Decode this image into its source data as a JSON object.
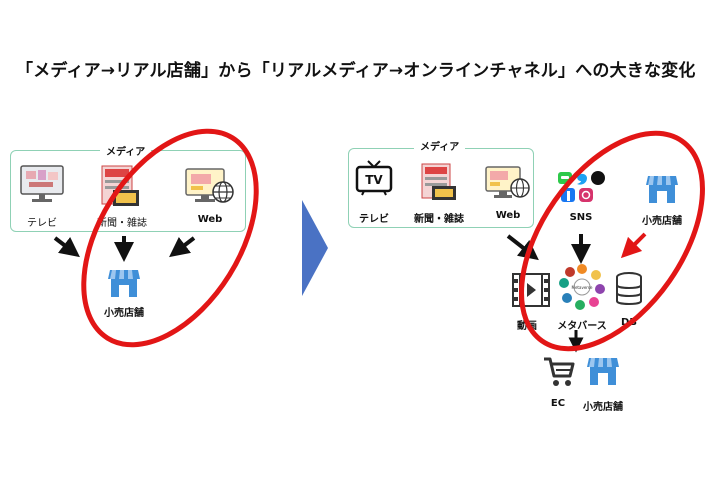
{
  "title": "「メディア→リアル店舗」から「リアルメディア→オンラインチャネル」への大きな変化",
  "left": {
    "box_label": "メディア",
    "tv": "テレビ",
    "newspaper": "新聞・雑誌",
    "web": "Web",
    "store": "小売店舗"
  },
  "right": {
    "box_label": "メディア",
    "tv": "テレビ",
    "newspaper": "新聞・雑誌",
    "web": "Web",
    "sns": "SNS",
    "store_top": "小売店舗",
    "video": "動画",
    "metaverse": "メタバース",
    "db": "DB",
    "ec": "EC",
    "store_bottom": "小売店舗",
    "tv_icon_text": "TV",
    "metaverse_hub": "Metaverse"
  },
  "colors": {
    "accent_red": "#e21616",
    "box_border": "#8fd1b5",
    "chevron": "#4a72c4",
    "store_blue": "#3f8fd8"
  }
}
